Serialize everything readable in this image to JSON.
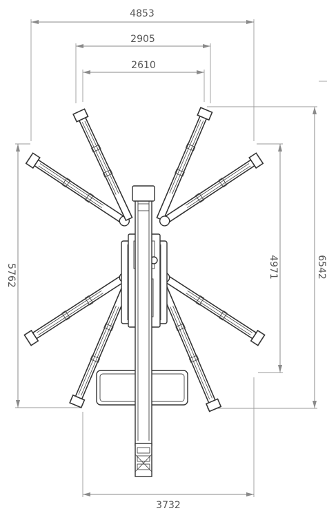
{
  "dimensions": {
    "top_overall": "4853",
    "top_middle": "2905",
    "top_inner": "2610",
    "left_height": "5762",
    "right_inner_height": "4971",
    "right_outer_height": "6542",
    "bottom_width": "3732"
  },
  "colors": {
    "dimension": "#8a8a8a",
    "outline": "#333333"
  }
}
